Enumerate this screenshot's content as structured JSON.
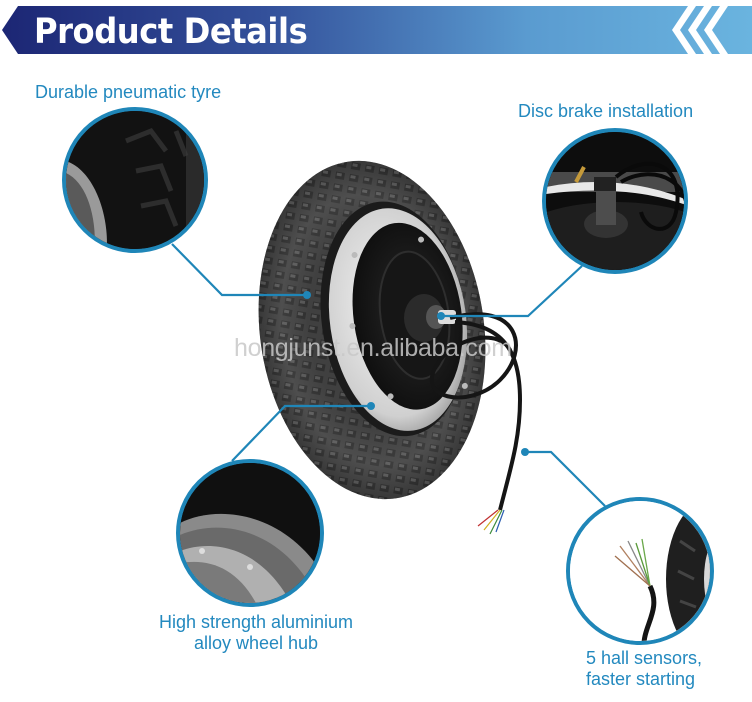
{
  "banner": {
    "title": "Product Details",
    "gradient_start": "#1e2a7a",
    "gradient_end": "#6fb5de",
    "icon": "triple-chevron-left-icon"
  },
  "callouts": [
    {
      "label": "Durable pneumatic tyre",
      "image": "tyre-closeup"
    },
    {
      "label": "Disc brake installation",
      "image": "disc-brake-closeup"
    },
    {
      "label_lines": [
        "High strength aluminium",
        "alloy wheel hub"
      ],
      "image": "wheel-hub-closeup"
    },
    {
      "label_lines": [
        "5 hall sensors,",
        "faster starting"
      ],
      "image": "hall-sensor-wires-closeup"
    }
  ],
  "watermark": "hongjunst.en.alibaba.com",
  "colors": {
    "accent": "#2389bf",
    "line": "#1f86b8"
  }
}
